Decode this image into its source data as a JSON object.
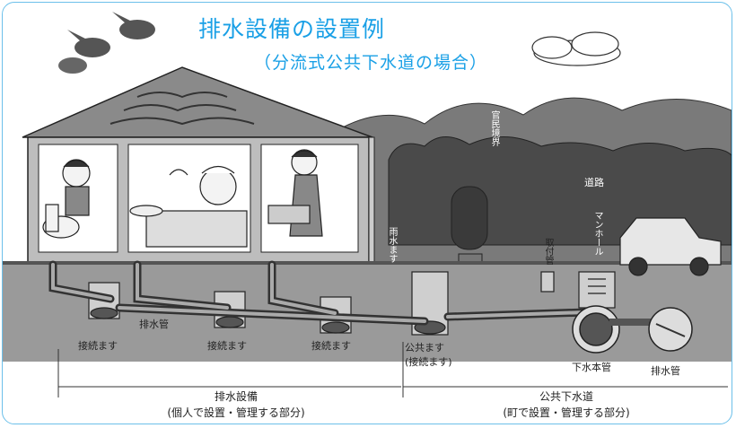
{
  "title": "排水設備の設置例",
  "subtitle": "（分流式公共下水道の場合）",
  "labels": {
    "pipe_private": "排水管",
    "box_left": "接続ます",
    "box_middle": "接続ます",
    "box_right": "接続ます",
    "public_box": "公共ます",
    "public_box_note": "(接続ます)",
    "main_sewer": "下水本管",
    "drain_pipe": "排水管",
    "manhole": "マンホール",
    "lateral": "取付管",
    "boundary": "官民境界",
    "road": "道路",
    "gutter": "雨水ます"
  },
  "sections": {
    "private_title": "排水設備",
    "private_note": "(個人で設置・管理する部分)",
    "public_title": "公共下水道",
    "public_note": "(町で設置・管理する部分)"
  },
  "colors": {
    "accent": "#1aa0e6",
    "frame": "#6cc0ea",
    "ground": "#9a9a9a",
    "foliage": "#4a4a4a"
  }
}
